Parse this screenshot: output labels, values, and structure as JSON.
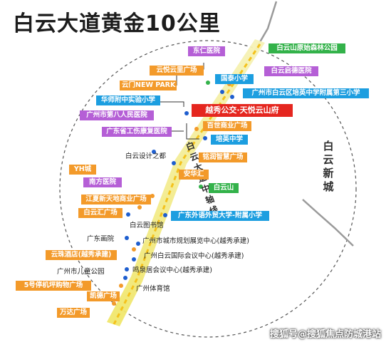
{
  "title": "白云大道黄金10公里",
  "colors": {
    "orange": "#f39a2a",
    "purple": "#b55fd6",
    "green": "#33b24a",
    "blue": "#1c9ee0",
    "red": "#e5261f",
    "road": "#f2eda2",
    "dot": "#1e5ecf",
    "dot_orange": "#f39a2a",
    "dot_green": "#33b24a"
  },
  "road": {
    "name": "白云大道中轴线"
  },
  "district": {
    "name": "白云新城"
  },
  "highlight": {
    "name": "越秀公交·天悦云山府"
  },
  "places": {
    "p01": "白云山原始森林公园",
    "p02": "东仁医院",
    "p03": "云悦云里广场",
    "p04": "白云启德医院",
    "p05": "国泰小学",
    "p06": "云门NEW PARK",
    "p07": "广州市白云区培英中学附属第三小学",
    "p08": "华师附中实验小学",
    "p09": "广州市第八人民医院",
    "p10": "百世商业广场",
    "p11": "广东省工伤康复医院",
    "p12": "培英中学",
    "p13": "白云设计之都",
    "p14": "铭润智慧广场",
    "p15": "YH城",
    "p16": "安华汇",
    "p17": "南方医院",
    "p18": "白云山",
    "p19": "江夏新天地商业广场",
    "p20": "白云汇广场",
    "p21": "广东外语外贸大学-附属小学",
    "p22": "白云图书馆",
    "p23": "广东画院",
    "p24": "广州市城市规划展览中心(越秀承建)",
    "p25": "云珠酒店(越秀承建)",
    "p26": "广州白云国际会议中心(越秀承建)",
    "p27": "广州市儿童公园",
    "p28": "鸣泉居会议中心(越秀承建)",
    "p29": "5号停机坪购物广场",
    "p30": "广州体育馆",
    "p31": "凯德广场",
    "p32": "万达广场"
  },
  "watermark": "搜狐号@搜狐焦点防城港站"
}
